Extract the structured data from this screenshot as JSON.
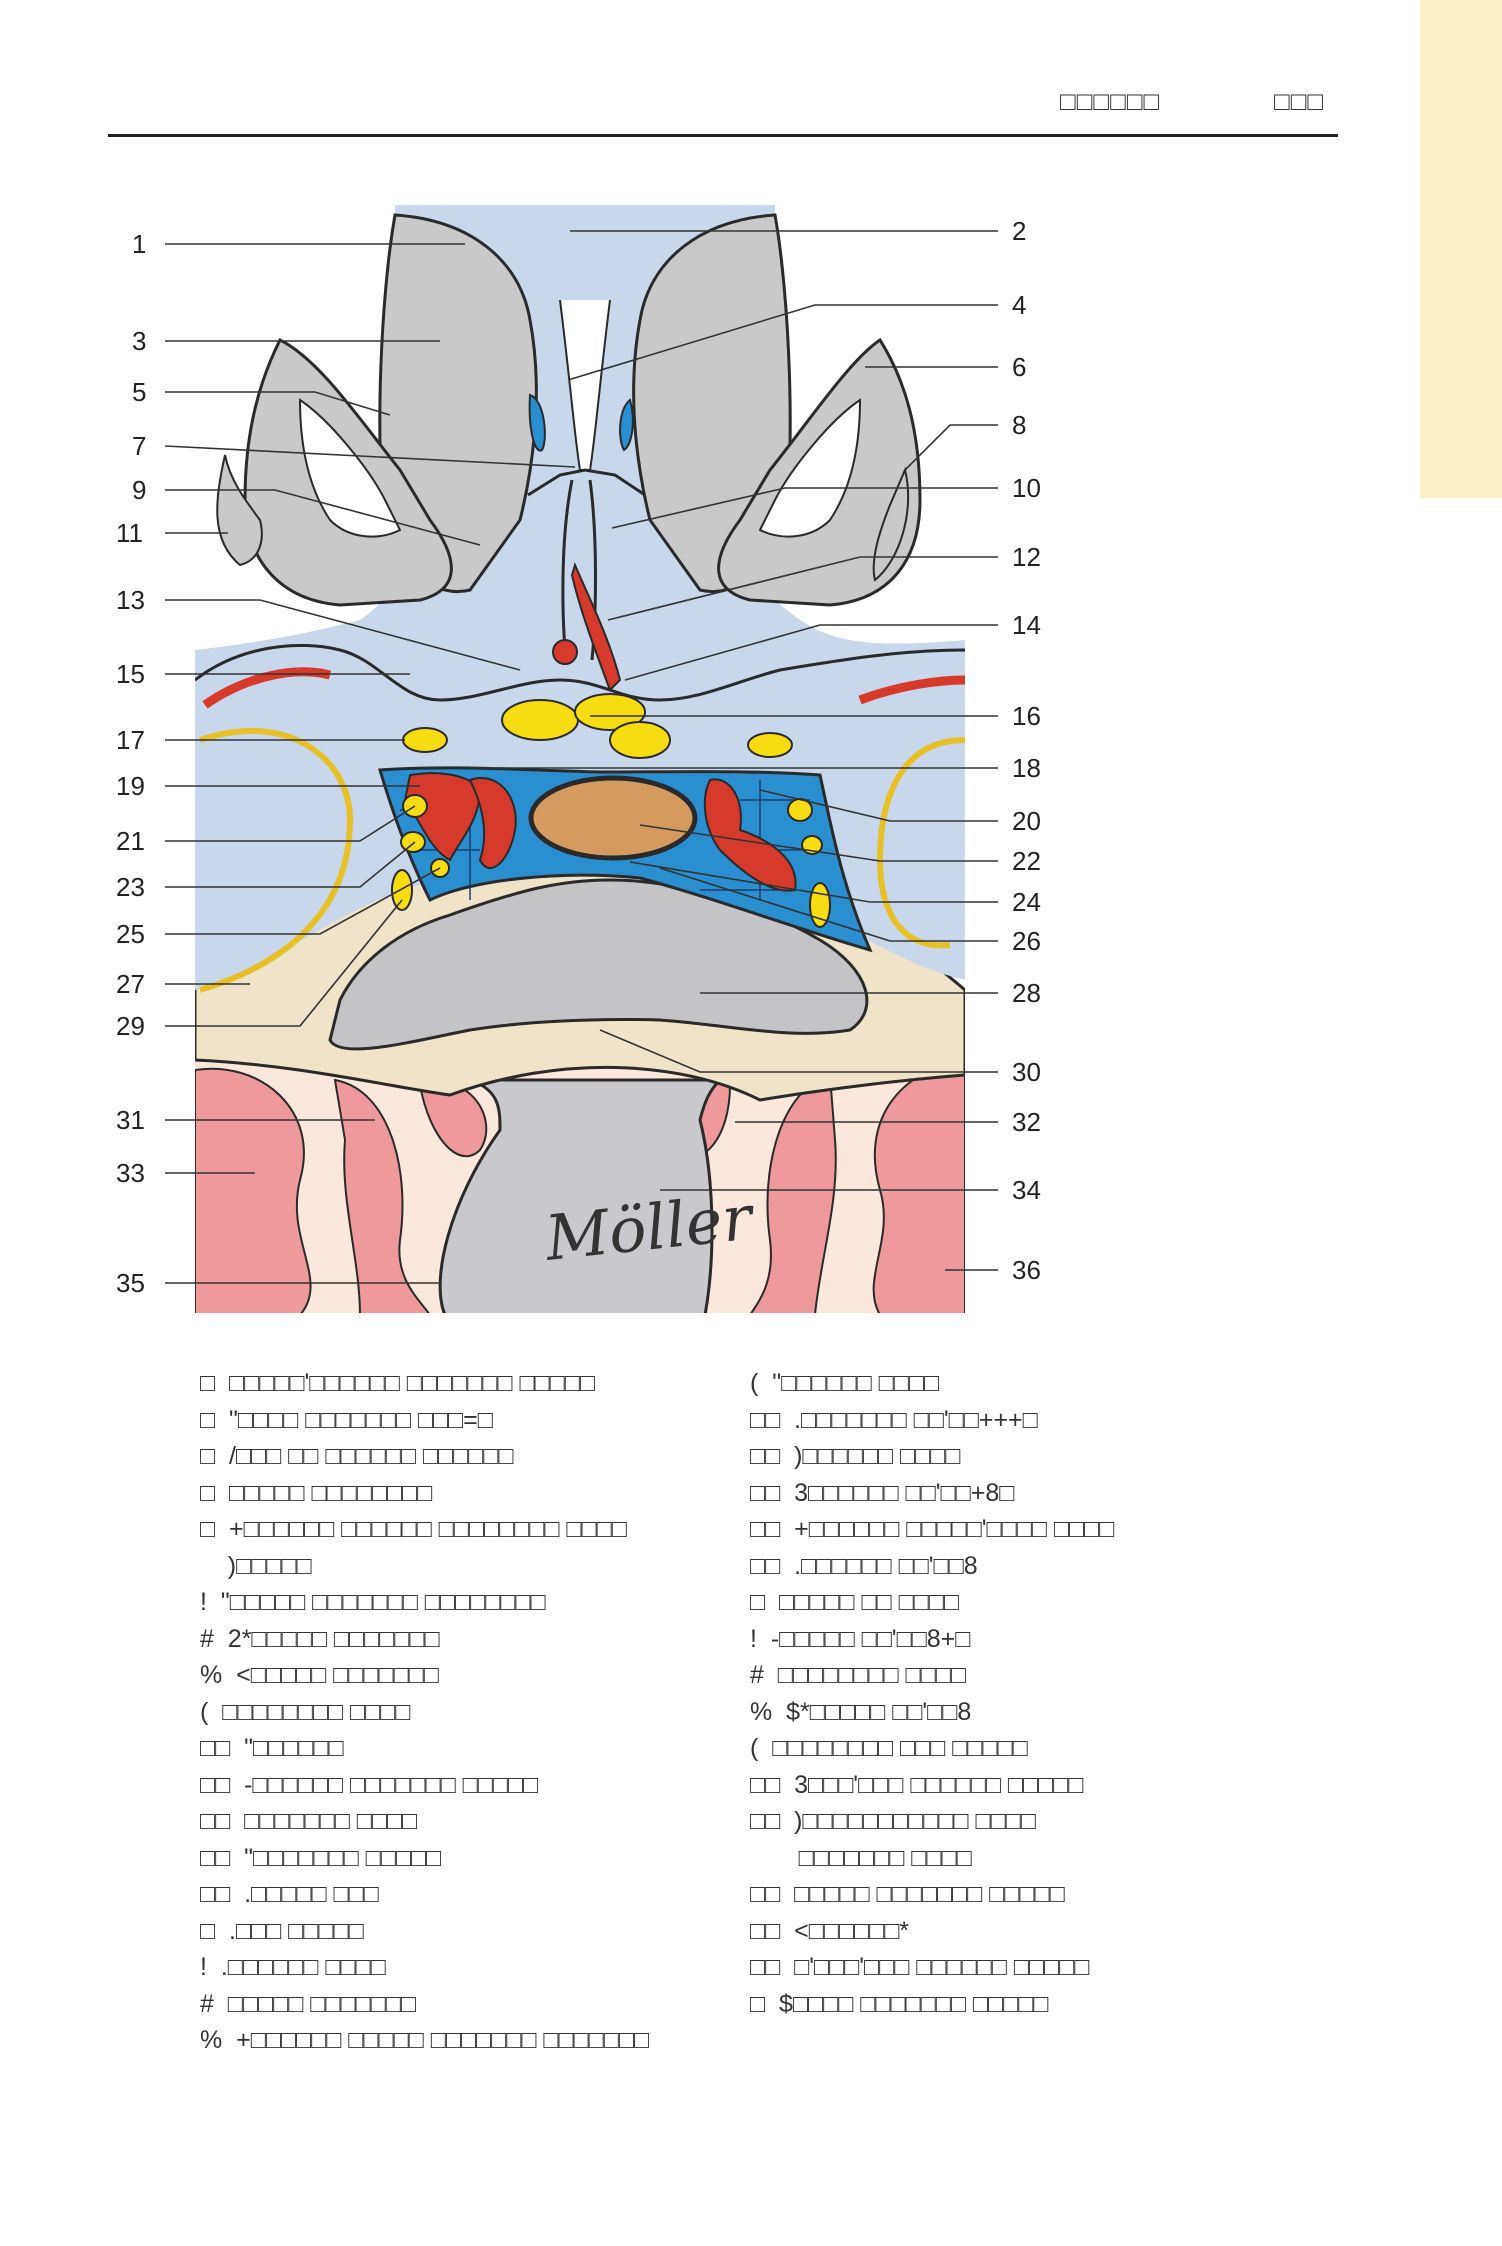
{
  "header": {
    "section_text": "□□□□□□",
    "page_text": "□□□"
  },
  "figure": {
    "labels": [
      "1",
      "2",
      "3",
      "4",
      "5",
      "6",
      "7",
      "8",
      "9",
      "10",
      "11",
      "12",
      "13",
      "14",
      "15",
      "16",
      "17",
      "18",
      "19",
      "20",
      "21",
      "22",
      "23",
      "24",
      "25",
      "26",
      "27",
      "28",
      "29",
      "30",
      "31",
      "32",
      "33",
      "34",
      "35",
      "36"
    ],
    "signature": "Möller"
  },
  "legend": {
    "left": [
      "□  □□□□□'□□□□□□ □□□□□□□ □□□□□",
      "□  \"□□□□ □□□□□□□ □□□=□",
      "□  /□□□ □□ □□□□□□ □□□□□□",
      "□  □□□□□ □□□□□□□□",
      "□  +□□□□□□ □□□□□□ □□□□□□□□ □□□□",
      "    )□□□□□",
      "!  \"□□□□□ □□□□□□□ □□□□□□□□",
      "#  2*□□□□□ □□□□□□□",
      "%  <□□□□□ □□□□□□□",
      "(  □□□□□□□□ □□□□",
      "□□  \"□□□□□□",
      "□□  -□□□□□□ □□□□□□□ □□□□□",
      "□□  □□□□□□□ □□□□",
      "□□  \"□□□□□□□ □□□□□",
      "□□  .□□□□□ □□□",
      "□  .□□□ □□□□□",
      "!  .□□□□□□ □□□□",
      "#  □□□□□ □□□□□□□",
      "%  +□□□□□□ □□□□□ □□□□□□□ □□□□□□□"
    ],
    "right": [
      "(  \"□□□□□□ □□□□",
      "□□  .□□□□□□□ □□'□□+++□",
      "□□  )□□□□□□ □□□□",
      "□□  3□□□□□□ □□'□□+8□",
      "□□  +□□□□□□ □□□□□'□□□□ □□□□",
      "□□  .□□□□□□ □□'□□8",
      "□  □□□□□ □□ □□□□",
      "!  -□□□□□ □□'□□8+□",
      "#  □□□□□□□□ □□□□",
      "%  $*□□□□□ □□'□□8",
      "(  □□□□□□□□ □□□ □□□□□",
      "□□  3□□□'□□□ □□□□□□ □□□□□",
      "□□  )□□□□□□□□□□□ □□□□",
      "       □□□□□□□ □□□□",
      "□□  □□□□□ □□□□□□□ □□□□□",
      "□□  <□□□□□□*",
      "□□  □'□□□'□□□ □□□□□□ □□□□□",
      "□  $□□□□ □□□□□□□ □□□□□"
    ]
  }
}
